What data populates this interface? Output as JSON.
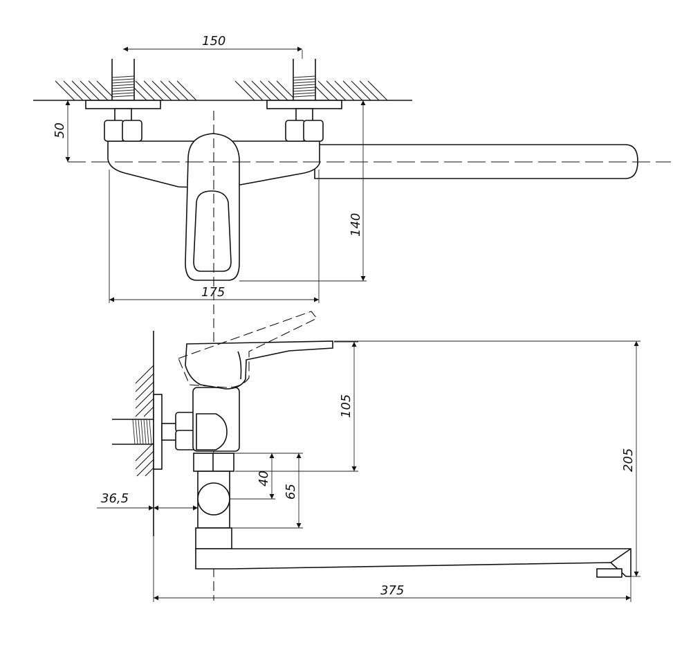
{
  "dimensions": {
    "top_span": "150",
    "height_50": "50",
    "height_140": "140",
    "width_175": "175",
    "height_105": "105",
    "height_205": "205",
    "height_40": "40",
    "height_65": "65",
    "offset_36_5": "36,5",
    "length_375": "375"
  }
}
